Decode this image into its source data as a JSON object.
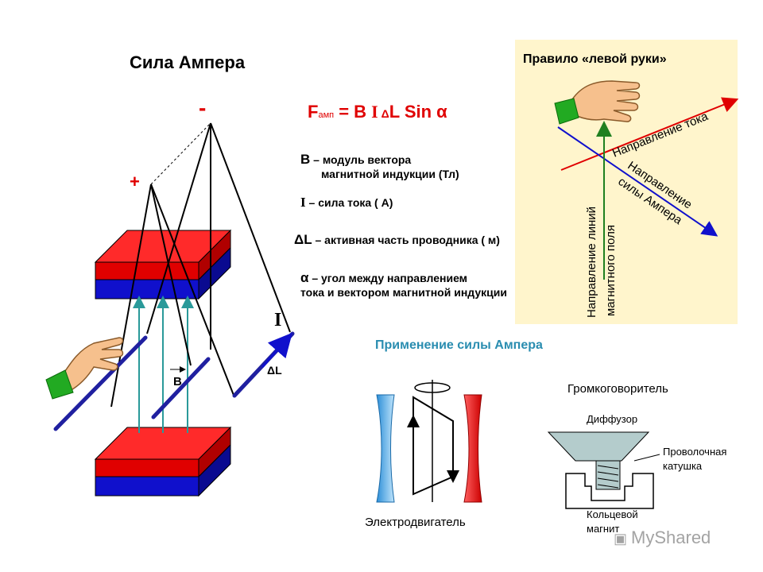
{
  "title": "Сила  Ампера",
  "formula": {
    "F": "F",
    "sub": "амп",
    "eq": " = B ",
    "I": "I",
    "delta": " Δ",
    "rest": "L Sin α"
  },
  "definitions": {
    "b_symbol": "B",
    "b_line1": " – модуль  вектора",
    "b_line2": "магнитной индукции  (Тл)",
    "i_symbol": "I",
    "i_text": " – сила  тока ( А)",
    "dl_symbol": "ΔL",
    "dl_text": " – активная  часть  проводника ( м)",
    "alpha_symbol": "α",
    "alpha_line1": " – угол  между  направлением",
    "alpha_line2": "тока  и  вектором  магнитной индукции"
  },
  "left_diagram": {
    "minus": "-",
    "plus": "+",
    "current": "I",
    "dl": "ΔL",
    "b": "B"
  },
  "rule": {
    "title": "Правило «левой руки»",
    "current_direction": "Направление тока",
    "force_line1": "Направление",
    "force_line2": "силы Ампера",
    "field_line1": "Направление линий",
    "field_line2": "магнитного поля"
  },
  "applications": {
    "title": "Применение силы Ампера",
    "motor": "Электродвигатель",
    "speaker": "Громкоговоритель",
    "diffuser": "Диффузор",
    "coil_line1": "Проволочная",
    "coil_line2": "катушка",
    "magnet_line1": "Кольцевой",
    "magnet_line2": "магнит"
  },
  "watermark": "MyShared",
  "colors": {
    "red": "#e00000",
    "blue": "#1010cc",
    "teal_arrow": "#2a9a9a",
    "panel": "#fff5cc",
    "app_title": "#2a8db0"
  }
}
